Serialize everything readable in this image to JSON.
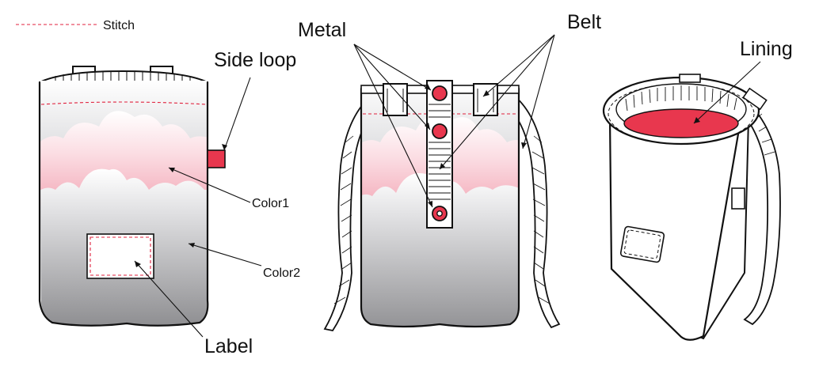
{
  "legend": {
    "stitch_label": "Stitch",
    "stitch_color": "#e0203c"
  },
  "callouts": {
    "side_loop": "Side loop",
    "color1": "Color1",
    "color2": "Color2",
    "label": "Label",
    "metal": "Metal",
    "belt": "Belt",
    "lining": "Lining"
  },
  "colors": {
    "accent_red": "#e8374e",
    "pink_light": "#f6b9c4",
    "grey_dark": "#8c8c8e",
    "grey_light": "#e4e4e6"
  },
  "views": [
    "front-view",
    "back-view",
    "perspective-view"
  ]
}
